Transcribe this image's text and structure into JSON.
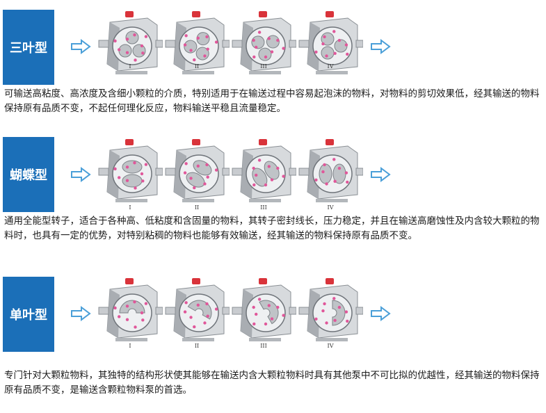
{
  "sections": [
    {
      "label": "三叶型",
      "stages": [
        "I",
        "II",
        "III",
        "IV"
      ],
      "description": "可输送高粘度、高浓度及含细小颗粒的介质，特别适用于在输送过程中容易起泡沫的物料，对物料的剪切效果低，经其输送的物料保持原有品质不变，不起任何理化反应，物料输送平稳且流量稳定。"
    },
    {
      "label": "蝴蝶型",
      "stages": [
        "I",
        "II",
        "III",
        "IV"
      ],
      "description": "通用全能型转子，适合于各种高、低粘度和含固量的物料，其转子密封线长，压力稳定，并且在输送高磨蚀性及内含较大颗粒的物料时，也具有一定的优势，对特别粘稠的物料也能够有效输送，经其输送的物料保持原有品质不变。"
    },
    {
      "label": "单叶型",
      "stages": [
        "I",
        "II",
        "III",
        "IV"
      ],
      "description": "专门针对大颗粒物料，其独特的结构形状使其能够在输送内含大颗粒物料时具有其他泵中不可比拟的优越性，经其输送的物料保持原有品质不变，是输送含颗粒物料泵的首选。"
    }
  ],
  "colors": {
    "label_bg": "#1b6fb8",
    "arrow": "#4a9fd8",
    "particle": "#e0579a"
  },
  "icons": {
    "arrow": "arrow-right-icon",
    "pump": "lobe-pump-icon"
  }
}
